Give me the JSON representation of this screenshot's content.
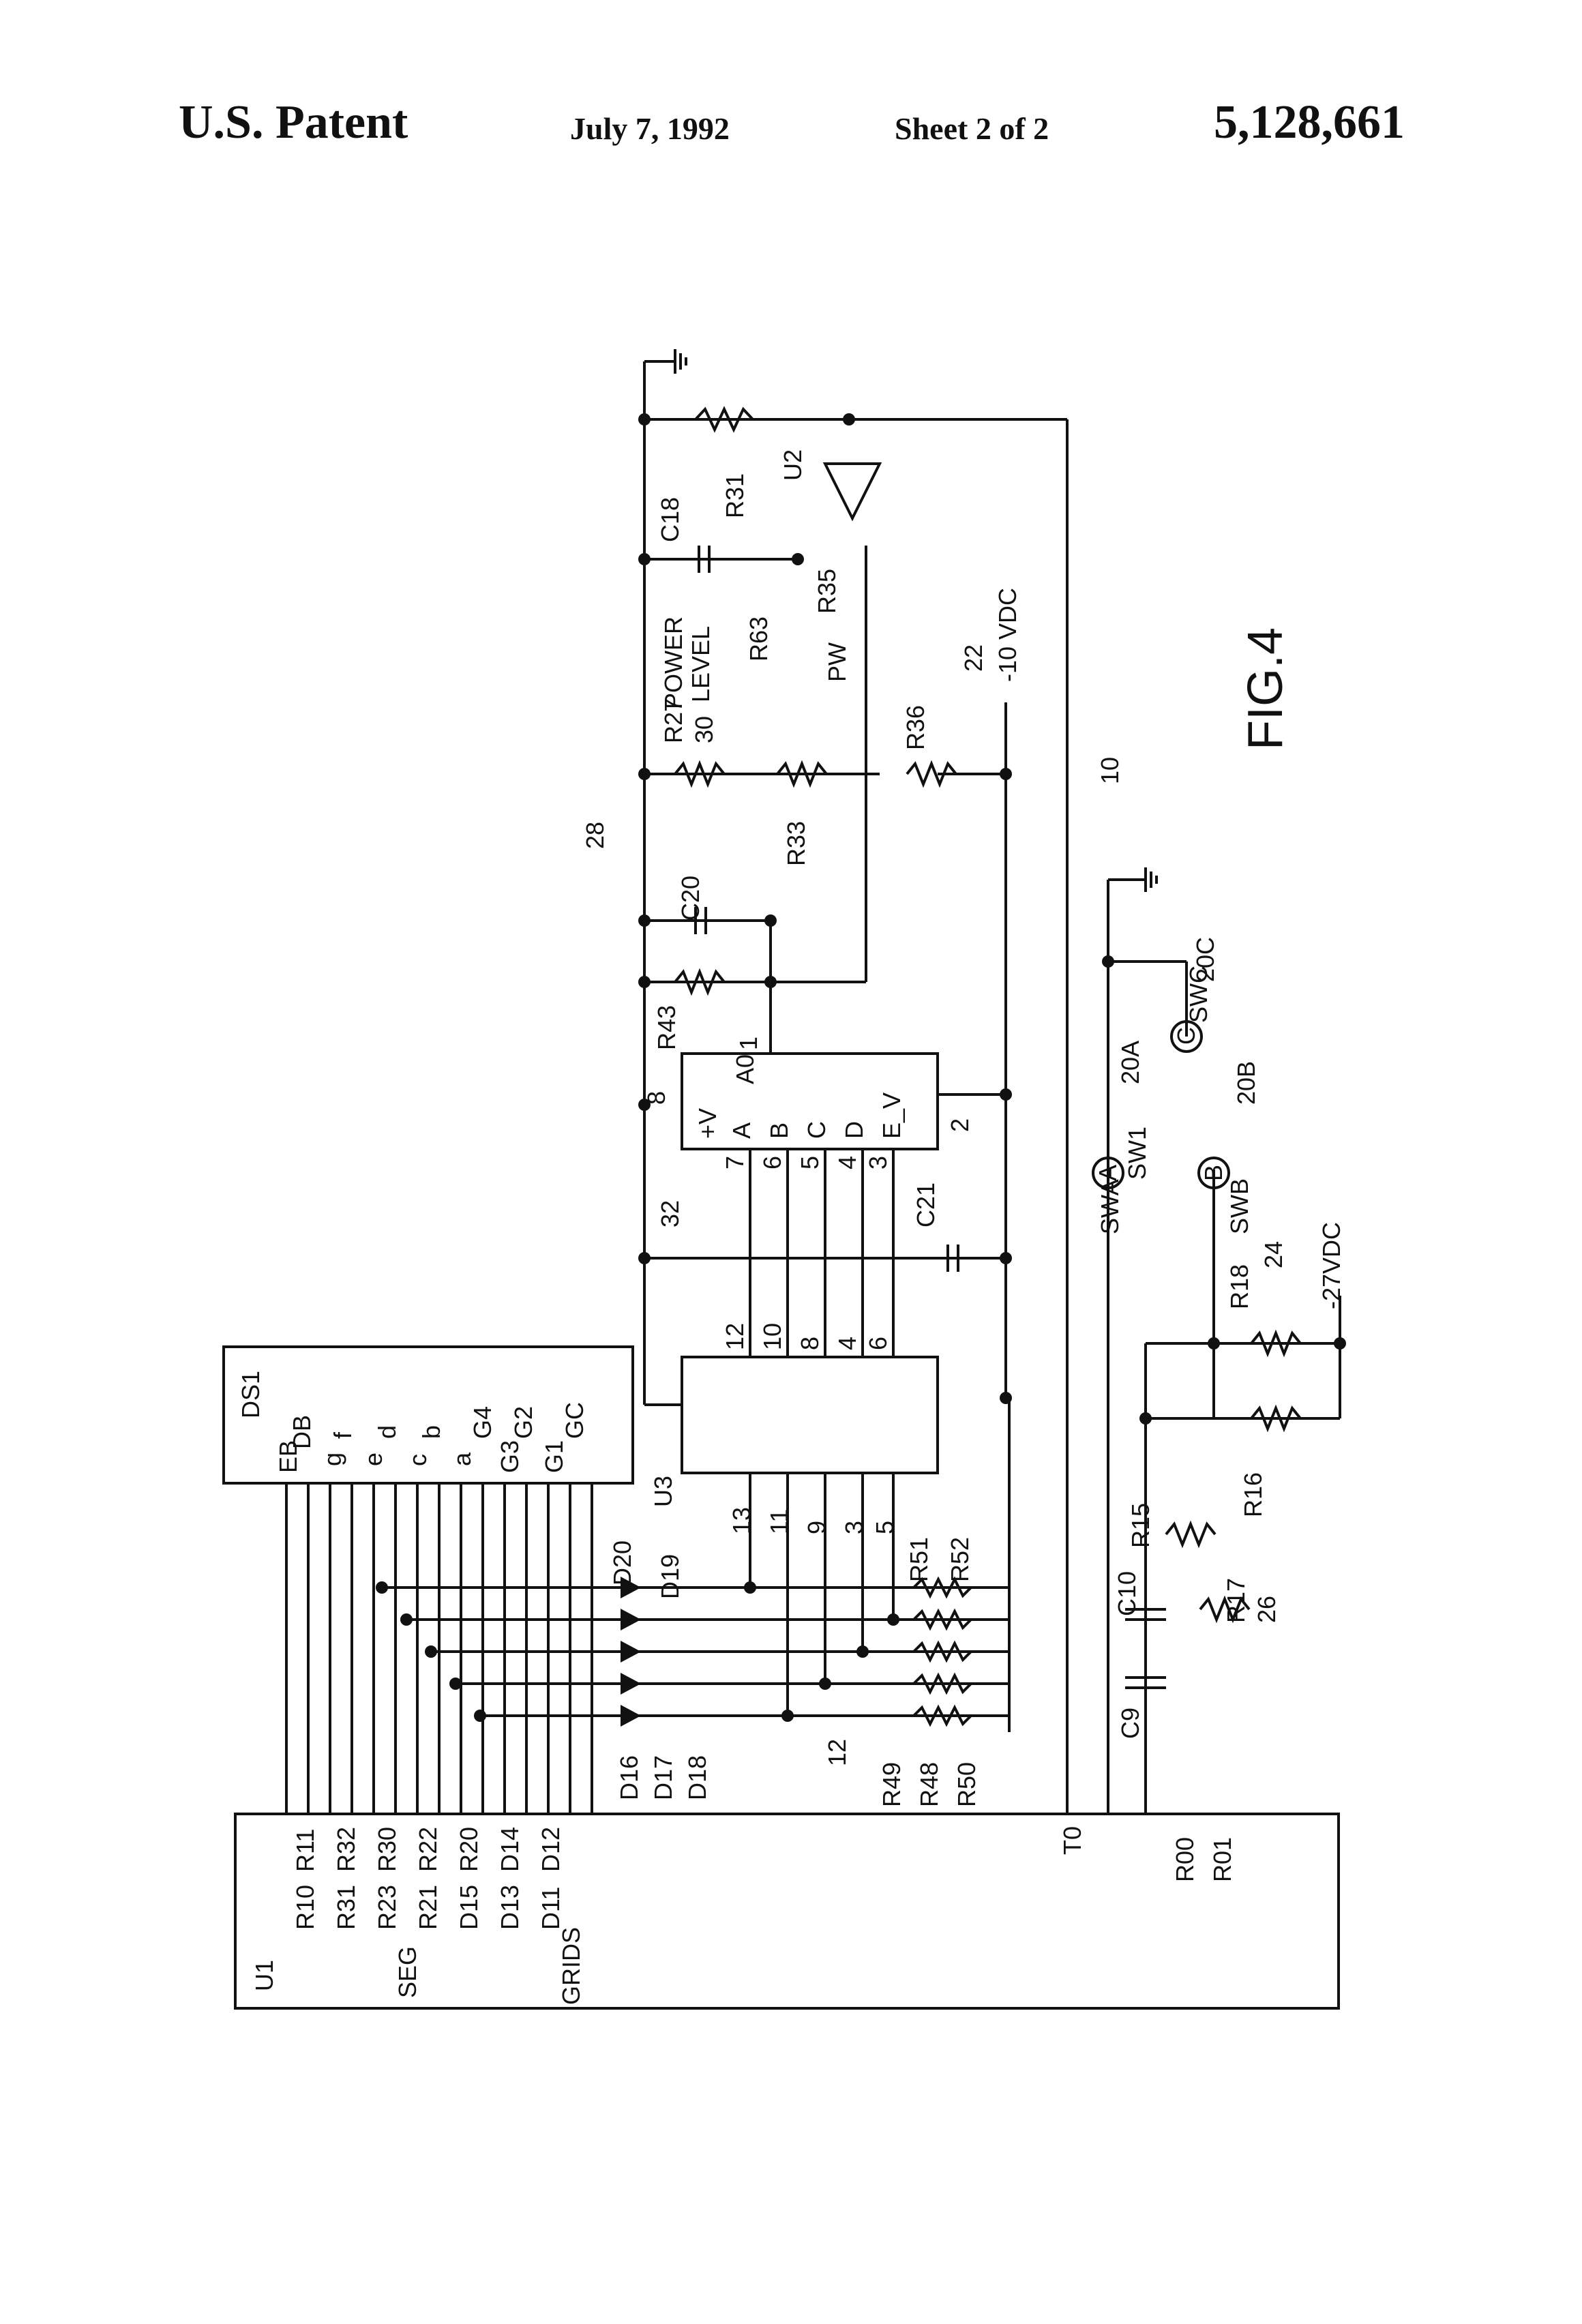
{
  "header": {
    "patent_label": "U.S. Patent",
    "date": "July 7, 1992",
    "sheet": "Sheet 2 of 2",
    "patent_number": "5,128,661"
  },
  "figure": {
    "label": "FIG.4",
    "labels": {
      "u1": "U1",
      "r11": "R11",
      "r10": "R10",
      "r32": "R32",
      "r31": "R31",
      "r30": "R30",
      "r23": "R23",
      "r22": "R22",
      "r21": "R21",
      "r20": "R20",
      "d15": "D15",
      "d14": "D14",
      "d13": "D13",
      "d12": "D12",
      "d11": "D11",
      "seg": "SEG",
      "grids": "GRIDS",
      "t0": "T0",
      "r00": "R00",
      "r01": "R01",
      "ref12": "12",
      "ds1": "DS1",
      "eb": "EB",
      "db": "DB",
      "g": "g",
      "f": "f",
      "e": "e",
      "d": "d",
      "c": "c",
      "b": "b",
      "a": "a",
      "g4": "G4",
      "g3": "G3",
      "g2": "G2",
      "g1": "G1",
      "gc": "GC",
      "d20": "D20",
      "d19": "D19",
      "d16": "D16",
      "d17": "D17",
      "d18": "D18",
      "r51": "R51",
      "r52": "R52",
      "r49": "R49",
      "r48": "R48",
      "r50": "R50",
      "u3": "U3",
      "p13": "13",
      "p11": "11",
      "p9": "9",
      "p3": "3",
      "p5": "5",
      "p12": "12",
      "p10": "10",
      "p8": "8",
      "p4": "4",
      "p6": "6",
      "c21": "C21",
      "ref32": "32",
      "pp7": "7",
      "pp6": "6",
      "pp5": "5",
      "pp4": "4",
      "pp3": "3",
      "plusv": "+V",
      "pA": "A",
      "pB": "B",
      "pC": "C",
      "pD": "D",
      "ev": "E_V",
      "pp8": "8",
      "pp2": "2",
      "a0": "A0",
      "pp1": "1",
      "r43": "R43",
      "c20": "C20",
      "ref28": "28",
      "r33": "R33",
      "r27": "R27",
      "ref30": "30",
      "power": "POWER",
      "level": "LEVEL",
      "r63": "R63",
      "pw": "PW",
      "r36": "R36",
      "ref22": "22",
      "minus10": "-10 VDC",
      "c18": "C18",
      "r35": "R35",
      "r31b": "R31",
      "u2": "U2",
      "ref10": "10",
      "c10": "C10",
      "c9": "C9",
      "r15": "R15",
      "r16": "R16",
      "r17": "R17",
      "ref26": "26",
      "r18": "R18",
      "ref24": "24",
      "minus27": "-27VDC",
      "swa": "SWA",
      "sw1": "SW1",
      "swb": "SWB",
      "swc": "SWC",
      "s20a": "20A",
      "s20b": "20B",
      "s20c": "20C",
      "mA": "A",
      "mB": "B",
      "mC": "C"
    }
  }
}
